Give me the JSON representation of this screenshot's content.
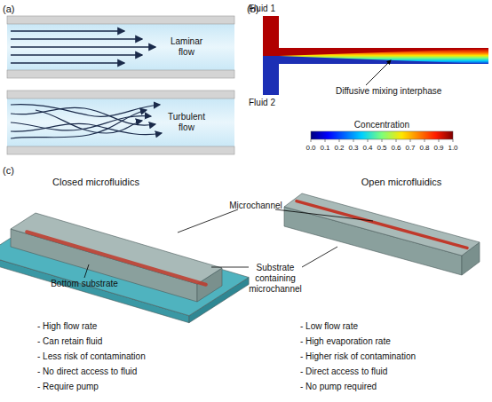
{
  "diagram": {
    "labels": [
      "(a)",
      "Laminar flow",
      "Turbulent flow",
      "(b)",
      "Fluid 1",
      "Fluid 2",
      "Diffusive mixing interphase",
      "Concentration",
      "0.0",
      "0.1",
      "0.2",
      "0.3",
      "0.4",
      "0.5",
      "0.6",
      "0.7",
      "0.8",
      "0.9",
      "1.0",
      "(c)",
      "Closed microfluidics",
      "Open microfluidics",
      "Microchannel",
      "Bottom substrate",
      "Substrate containing microchannel",
      "- High flow rate",
      "- Can retain fluid",
      "- Less risk of contamination",
      "- No direct access to fluid",
      "- Require pump",
      "- Low flow rate",
      "- High evaporation rate",
      "- Higher risk of contamination",
      "- Direct access to fluid",
      "- No pump required"
    ]
  }
}
